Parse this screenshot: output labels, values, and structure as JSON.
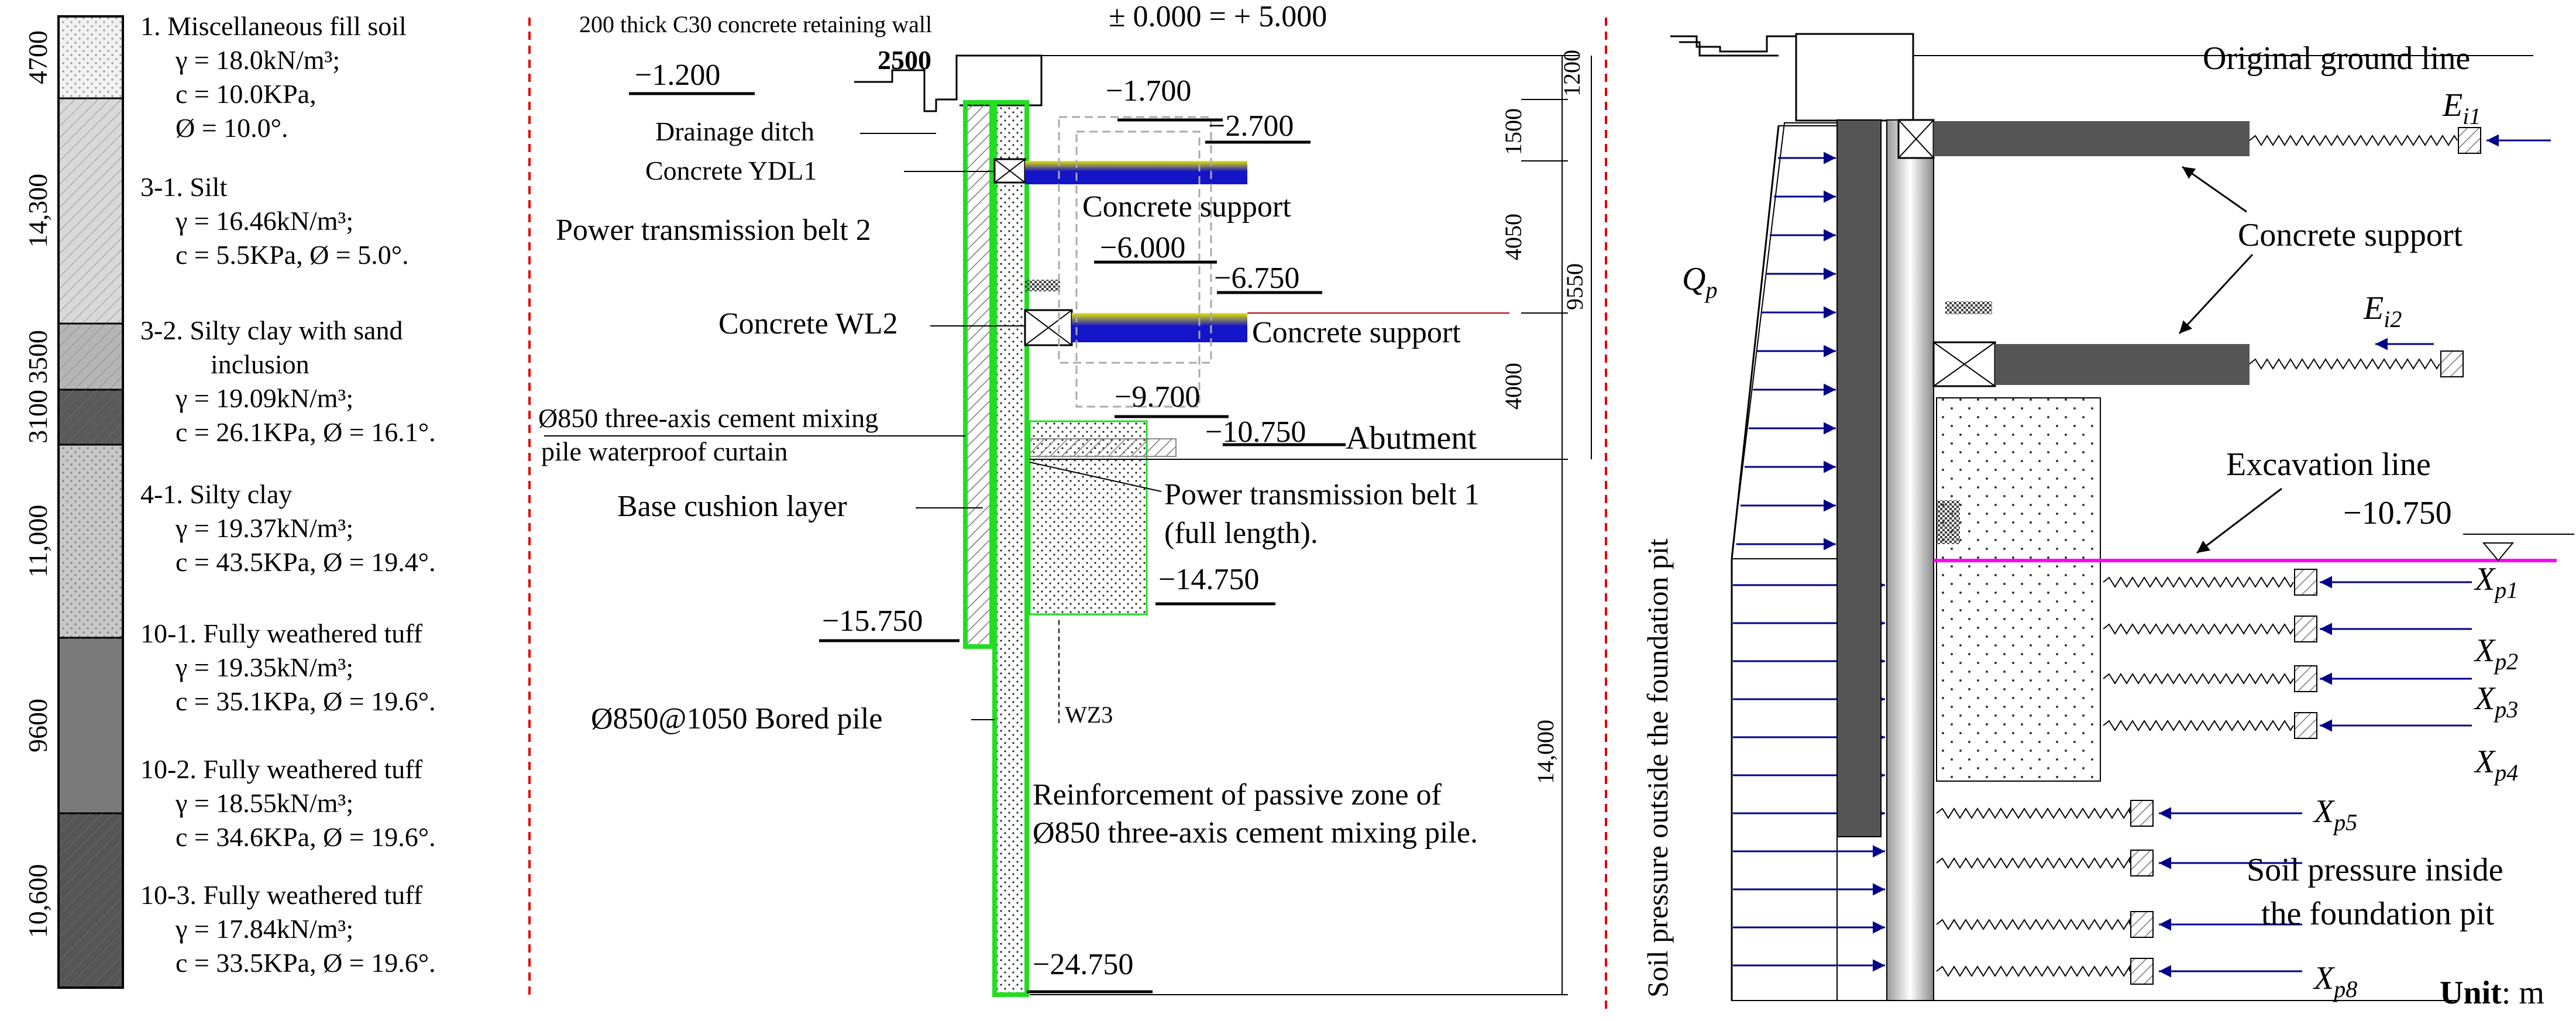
{
  "strata": {
    "thicknesses": [
      "4700",
      "14,300",
      "3500",
      "3100",
      "11,000",
      "9600",
      "10,600"
    ],
    "layers": [
      {
        "lines": [
          "1. Miscellaneous fill soil",
          "γ = 18.0kN/m³;",
          "c = 10.0KPa,",
          "Ø = 10.0°."
        ]
      },
      {
        "lines": [
          "3-1. Silt",
          "γ = 16.46kN/m³;",
          "c = 5.5KPa, Ø = 5.0°."
        ]
      },
      {
        "lines": [
          "3-2. Silty clay with sand",
          "inclusion",
          "γ = 19.09kN/m³;",
          "c = 26.1KPa, Ø = 16.1°."
        ]
      },
      {
        "lines": [
          "4-1. Silty clay",
          "γ = 19.37kN/m³;",
          "c = 43.5KPa, Ø = 19.4°."
        ]
      },
      {
        "lines": [
          "10-1. Fully weathered tuff",
          "γ = 19.35kN/m³;",
          "c = 35.1KPa, Ø = 19.6°."
        ]
      },
      {
        "lines": [
          "10-2. Fully weathered tuff",
          "γ = 18.55kN/m³;",
          "c = 34.6KPa, Ø = 19.6°."
        ]
      },
      {
        "lines": [
          "10-3. Fully weathered tuff",
          "γ = 17.84kN/m³;",
          "c = 33.5KPa, Ø = 19.6°."
        ]
      }
    ],
    "colors": [
      "#f2f2f2",
      "#d9d9d9",
      "#b5b5b5",
      "#5a5a5a",
      "#c7c7c7",
      "#7a7a7a",
      "#555555"
    ]
  },
  "section": {
    "retaining_wall": "200 thick C30 concrete retaining wall",
    "datum": "± 0.000 = + 5.000",
    "elev_m1200": "−1.200",
    "width_2500": "2500",
    "elev_m1700": "−1.700",
    "elev_m2700": "−2.700",
    "drainage_ditch": "Drainage ditch",
    "ydl1": "Concrete YDL1",
    "support1": "Concrete support",
    "belt2": "Power transmission belt 2",
    "elev_m6000": "−6.000",
    "elev_m6750": "−6.750",
    "wl2": "Concrete WL2",
    "support2": "Concrete support",
    "curtain_line1": "Ø850 three-axis cement mixing",
    "curtain_line2": "pile waterproof curtain",
    "elev_m9700": "−9.700",
    "elev_m10750": "−10.750",
    "abutment": "Abutment",
    "cushion": "Base cushion layer",
    "belt1_line1": "Power transmission belt 1",
    "belt1_line2": "(full length).",
    "elev_m14750": "−14.750",
    "elev_m15750": "−15.750",
    "wz3": "WZ3",
    "bored_pile": "Ø850@1050 Bored pile",
    "reinf_line1": "Reinforcement of passive zone of",
    "reinf_line2": "Ø850 three-axis cement mixing pile.",
    "elev_m24750": "−24.750",
    "dims": [
      "1200",
      "1500",
      "4050",
      "9550",
      "4000",
      "14,000"
    ],
    "support_color": "#1414c8",
    "support_highlight": "#e6e600",
    "outline_color": "#22dd22"
  },
  "model": {
    "ground_line": "Original ground line",
    "e1": "E",
    "e1_sub": "i1",
    "e2": "E",
    "e2_sub": "i2",
    "concrete_support": "Concrete support",
    "qp": "Q",
    "qp_sub": "p",
    "excavation_line": "Excavation line",
    "elev": "−10.750",
    "xp_symbol": "X",
    "xp_subs": [
      "p1",
      "p2",
      "p3",
      "p4",
      "p5",
      "p8"
    ],
    "soil_inside_line1": "Soil pressure inside",
    "soil_inside_line2": "the foundation pit",
    "soil_outside": "Soil pressure outside the foundation pit",
    "unit_label": "Unit",
    "unit_value": ": m",
    "arrow_color": "#00008b",
    "excavation_color": "#ff00ff"
  },
  "divider_color": "#e00000"
}
